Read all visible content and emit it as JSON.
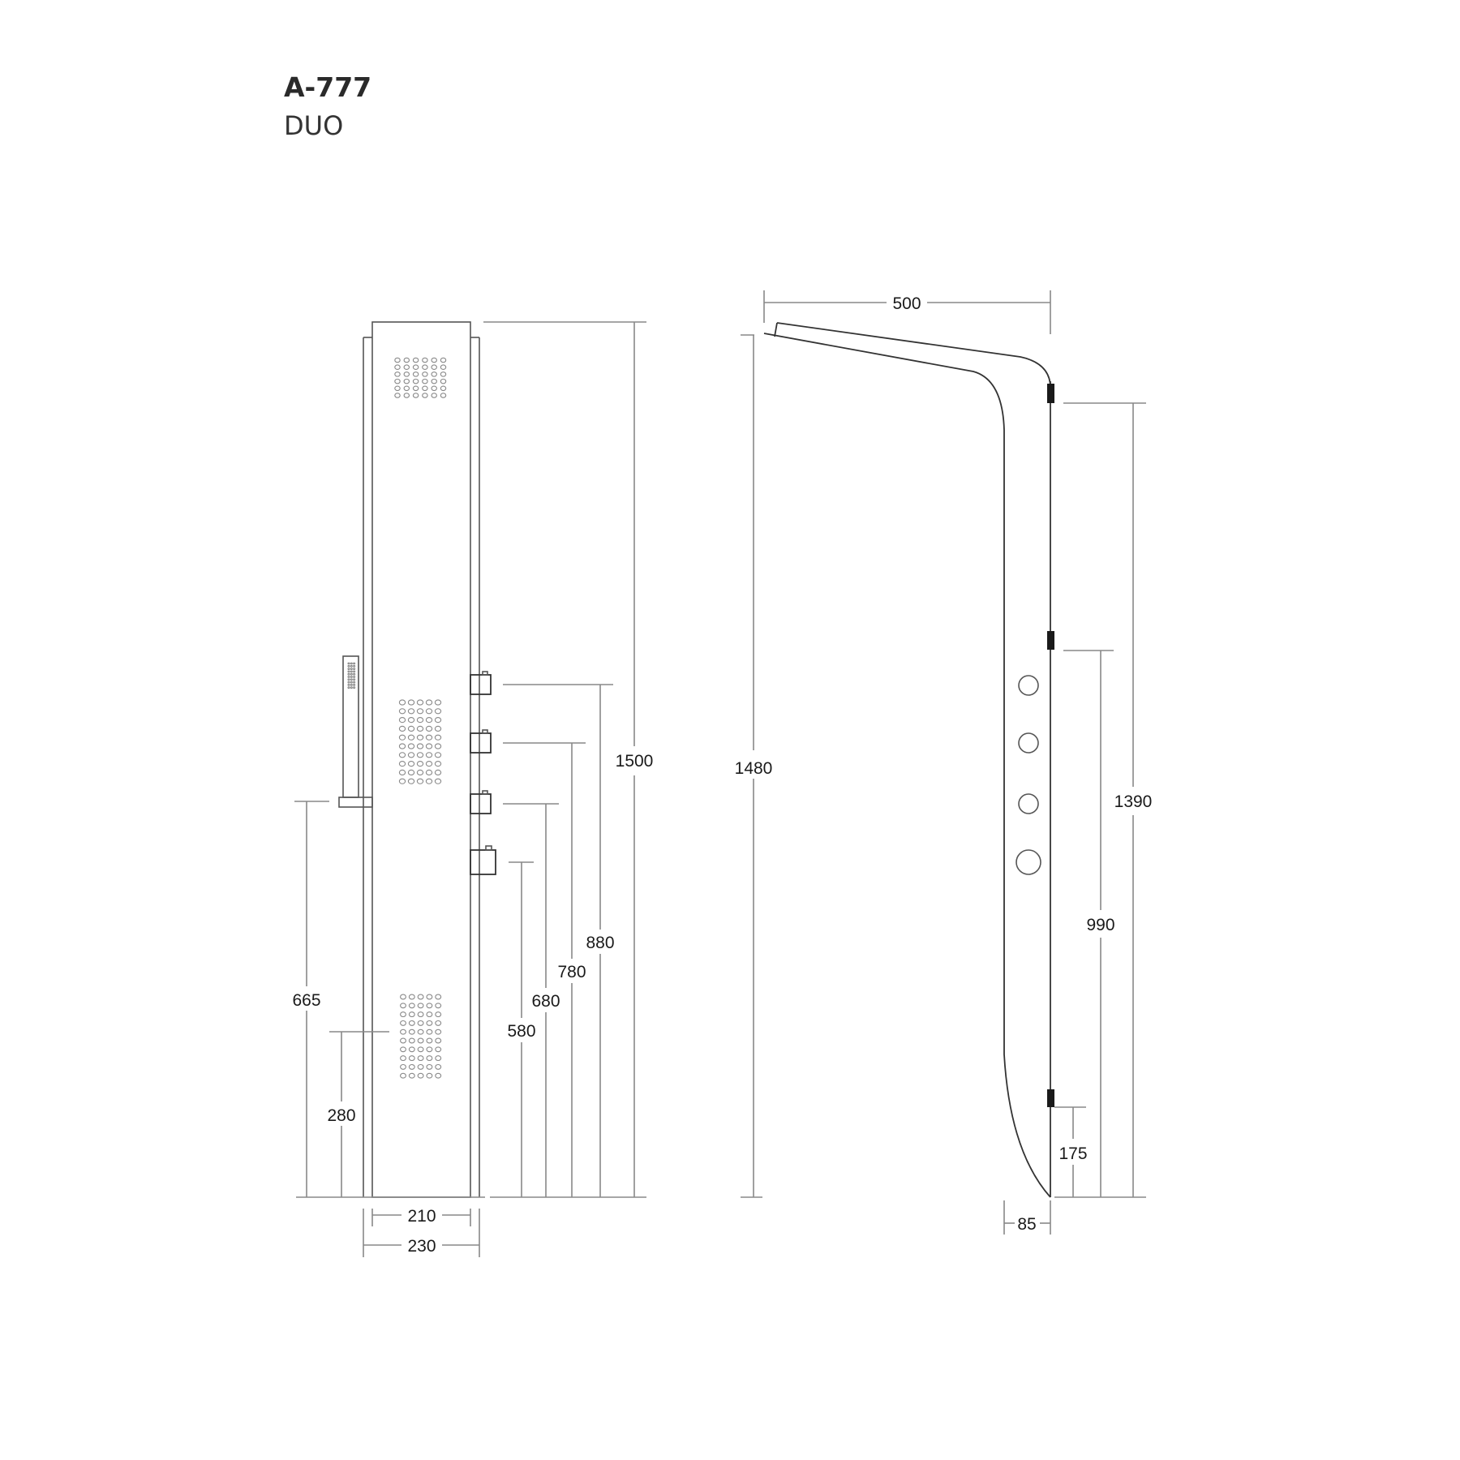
{
  "header": {
    "model": "A-777",
    "name": "DUO"
  },
  "front_view": {
    "dimensions": {
      "total_height": "1500",
      "valve_1_height": "880",
      "valve_2_height": "780",
      "valve_3_height": "680",
      "valve_4_height": "580",
      "hand_shower_holder_height": "665",
      "body_jet_height": "280",
      "inner_width": "210",
      "outer_width": "230"
    },
    "nozzle_grids": [
      {
        "cols": 6,
        "rows": 6
      },
      {
        "cols": 5,
        "rows": 10
      },
      {
        "cols": 5,
        "rows": 10
      }
    ],
    "valves_count": 4
  },
  "side_view": {
    "dimensions": {
      "head_projection": "500",
      "total_height": "1480",
      "top_bracket_height": "1390",
      "middle_bracket_height": "990",
      "bottom_bracket_height": "175",
      "depth": "85"
    },
    "body_jets_count": 4,
    "brackets_count": 3
  }
}
